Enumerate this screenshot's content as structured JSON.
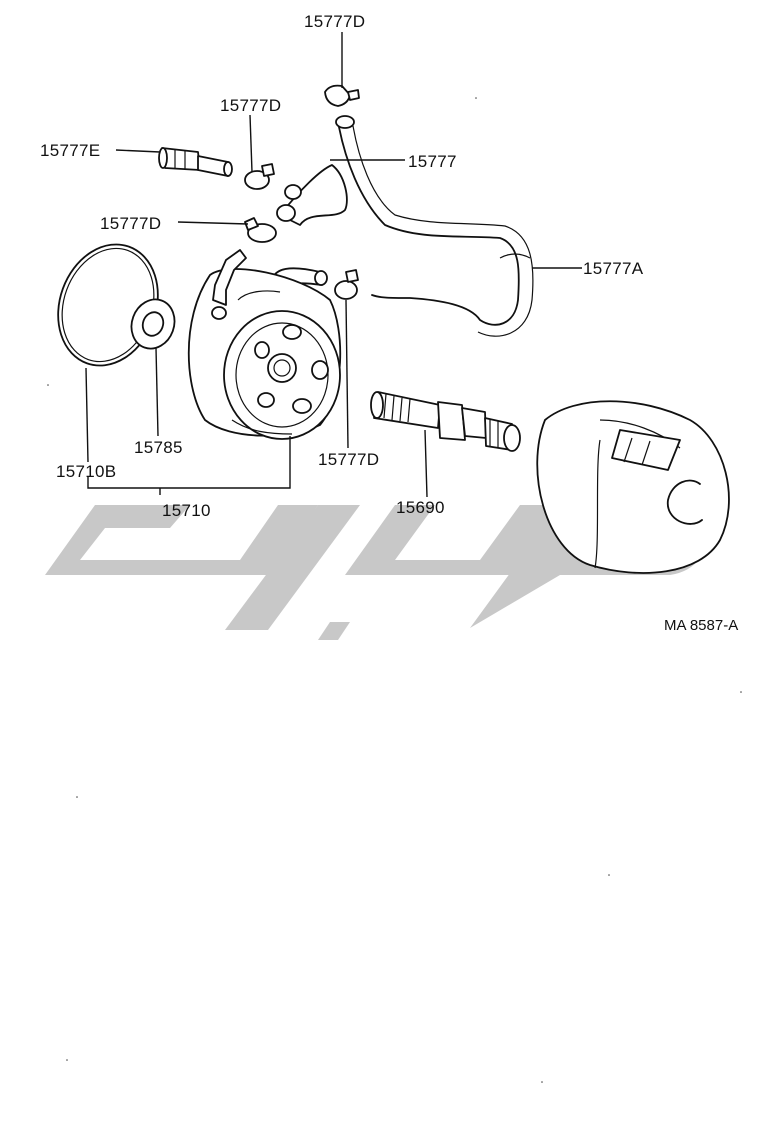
{
  "diagram": {
    "reference": "MA 8587-A",
    "callouts": {
      "c_15777D_top": "15777D",
      "c_15777D_upper": "15777D",
      "c_15777E": "15777E",
      "c_15777": "15777",
      "c_15777D_left": "15777D",
      "c_15777A": "15777A",
      "c_15785": "15785",
      "c_15710B": "15710B",
      "c_15777D_lower": "15777D",
      "c_15690": "15690",
      "c_15710": "15710"
    },
    "parts": {
      "oil_cooler": "oil-cooler-icon",
      "o_ring": "o-ring-icon",
      "gasket": "gasket-icon",
      "union_bolt": "union-bolt-icon",
      "oil_filter": "oil-filter-icon",
      "hose": "hose-icon",
      "clip": "hose-clip-icon",
      "fitting": "hose-fitting-icon"
    },
    "watermark_color": "#c8c8c8"
  }
}
